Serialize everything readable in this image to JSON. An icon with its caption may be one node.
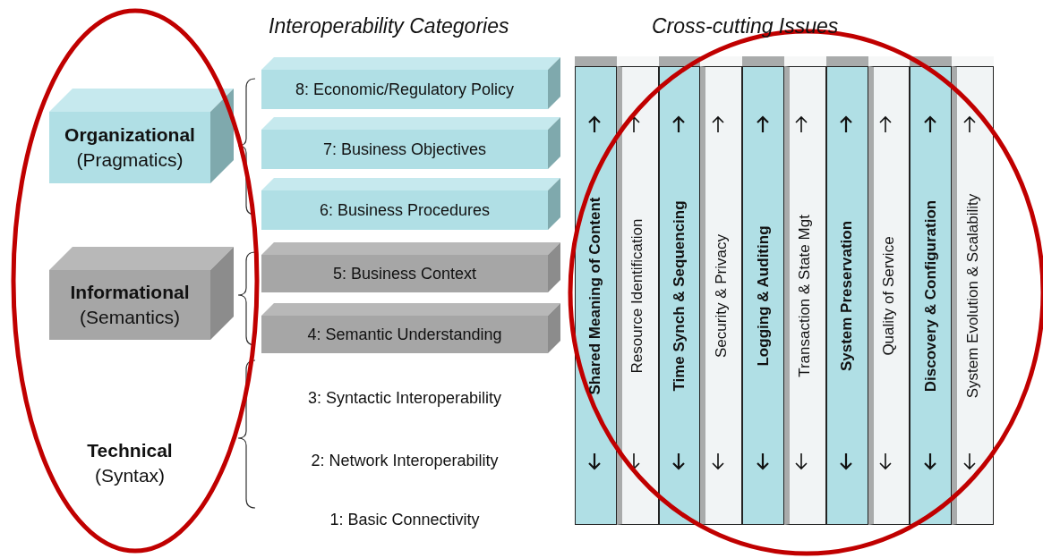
{
  "diagram": {
    "nodes": [
      {
        "text": [
          "Organizational",
          "(Pragmatics)"
        ]
      },
      {
        "text": [
          "8: Economic/Regulatory Policy"
        ]
      },
      {
        "text": [
          "7: Business Objectives"
        ]
      },
      {
        "text": [
          "6: Business Procedures"
        ]
      },
      {
        "text": [
          "Informational",
          "(Semantics)"
        ]
      },
      {
        "text": [
          "5: Business Context"
        ]
      },
      {
        "text": [
          "4: Semantic Understanding"
        ]
      },
      {
        "text": [
          "Technical",
          "(Syntax)"
        ]
      },
      {
        "text": [
          "3: Syntactic Interoperability"
        ]
      },
      {
        "text": [
          "2: Network Interoperability"
        ]
      },
      {
        "text": [
          "1: Basic Connectivity"
        ]
      },
      {
        "text": [
          "Shared Meaning of Content"
        ]
      },
      {
        "text": [
          "Resource Identification"
        ]
      },
      {
        "text": [
          "Time Synch & Sequencing"
        ]
      },
      {
        "text": [
          "Security & Privacy"
        ]
      },
      {
        "text": [
          "Logging & Auditing"
        ]
      },
      {
        "text": [
          "Transaction & State Mgt"
        ]
      },
      {
        "text": [
          "System Preservation"
        ]
      },
      {
        "text": [
          "Quality of Service"
        ]
      },
      {
        "text": [
          "Discovery & Configuration"
        ]
      },
      {
        "text": [
          "System Evolution & Scalability"
        ]
      }
    ],
    "labels": [
      "Interoperability Categories",
      "Cross-cutting Issues"
    ]
  }
}
